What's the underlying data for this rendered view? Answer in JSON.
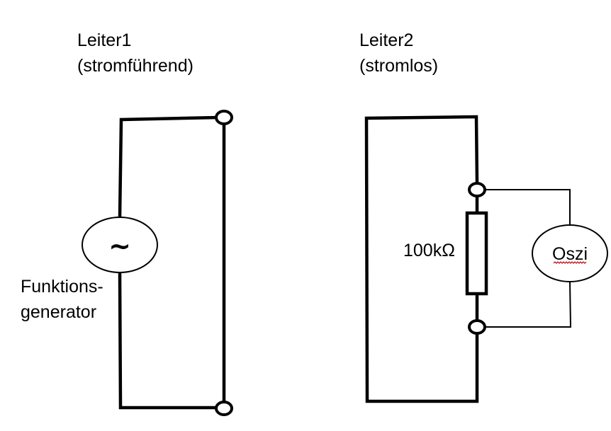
{
  "conductor1": {
    "title": "Leiter1",
    "subtitle": "(stromführend)",
    "source_symbol": "~",
    "source_label_line1": "Funktions-",
    "source_label_line2": "generator"
  },
  "conductor2": {
    "title": "Leiter2",
    "subtitle": "(stromlos)",
    "resistor_label": "100kΩ",
    "meter_label": "Oszi"
  },
  "colors": {
    "wire": "#000000",
    "background": "#ffffff",
    "spellcheck_underline": "#c00000"
  }
}
